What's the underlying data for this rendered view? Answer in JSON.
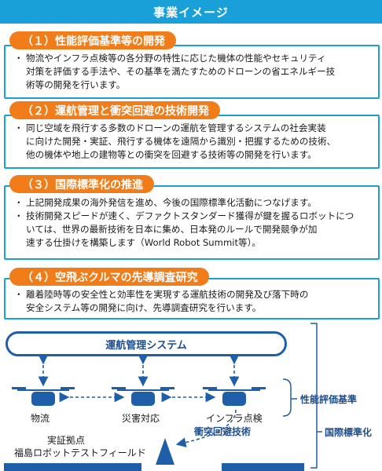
{
  "header": {
    "title": "事業イメージ"
  },
  "sections": [
    {
      "title": "（１）性能評価基準等の開発",
      "bullets": [
        [
          "物流やインフラ点検等の各分野の特性に応じた機体の性能やセキュリティ",
          "対策を評価する手法や、その基準を満たすためのドローンの省エネルギー技",
          "術等の開発を行います。"
        ]
      ]
    },
    {
      "title": "（２）運航管理と衝突回避の技術開発",
      "bullets": [
        [
          "同じ空域を飛行する多数のドローンの運航を管理するシステムの社会実装",
          "に向けた開発・実証、飛行する機体を遠隔から識別・把握するための技術、",
          "他の機体や地上の建物等との衝突を回避する技術等の開発を行います。"
        ]
      ]
    },
    {
      "title": "（３）国際標準化の推進",
      "bullets": [
        [
          "上記開発成果の海外発信を進め、今後の国際標準化活動につなげます。"
        ],
        [
          "技術開発スピードが速く、デファクトスタンダード獲得が鍵を握るロボットにつ",
          "いては、世界の最新技術を日本に集め、日本発のルールで開発競争が加",
          "速する仕掛けを構築します（World Robot Summit等）。"
        ]
      ]
    },
    {
      "title": "（４）空飛ぶクルマの先導調査研究",
      "bullets": [
        [
          "離着陸時等の安全性と効率性を実現する運航技術の開発及び落下時の",
          "安全システム等の開発に向け、先導調査研究を行います。"
        ]
      ]
    }
  ],
  "diagram": {
    "system_label": "運航管理システム",
    "drones": [
      "物流",
      "災害対応",
      "インフラ点検"
    ],
    "collision_label": "衝突回避技術",
    "site_label_1": "実証拠点",
    "site_label_2": "福島ロボットテストフィールド",
    "bracket_label_1": "性能評価基準",
    "bracket_label_2": "国際標準化"
  },
  "colors": {
    "header": "#1aa0d8",
    "pill": "#f07d1a",
    "navy": "#1f5ea8"
  }
}
